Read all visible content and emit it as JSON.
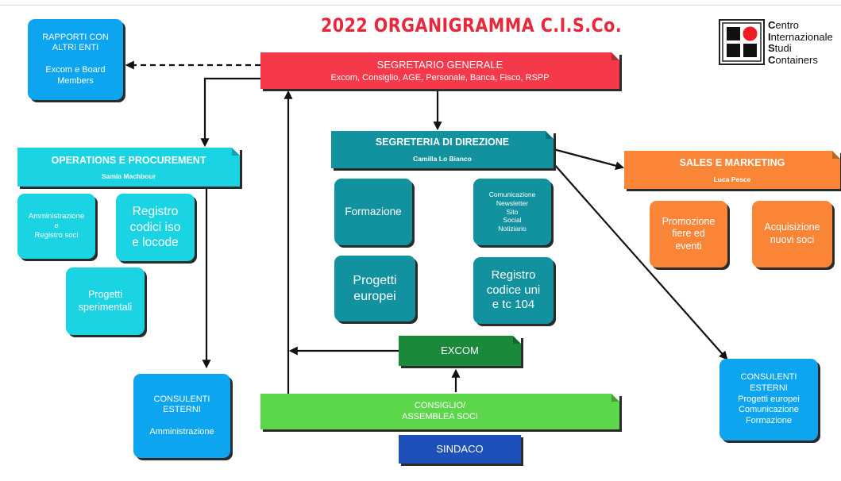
{
  "title": "2022 ORGANIGRAMMA C.I.S.Co.",
  "logo": {
    "line1": "Centro",
    "line2": "Internazionale",
    "line3": "Studi",
    "line4": "Containers"
  },
  "nodes": {
    "rapporti": {
      "text": "RAPPORTI CON\nALTRI ENTI\n\nExcom e Board\nMembers"
    },
    "segretario": {
      "title": "SEGRETARIO GENERALE",
      "subtitle": "Excom, Consiglio, AGE, Personale, Banca, Fisco, RSPP"
    },
    "segreteria": {
      "title": "SEGRETERIA DI DIREZIONE",
      "subtitle": "Camilla Lo Bianco"
    },
    "operations": {
      "title": "OPERATIONS  E PROCUREMENT",
      "subtitle": "Samia Machbour"
    },
    "sales": {
      "title": "SALES E MARKETING",
      "subtitle": "Luca Pesce"
    },
    "amministrazione": {
      "text": "Amministrazione\ne\nRegistro soci"
    },
    "registro_iso": {
      "text": "Registro\ncodici iso\ne locode"
    },
    "progetti_sperimentali": {
      "text": "Progetti\nsperimentali"
    },
    "formazione": {
      "text": "Formazione"
    },
    "comunicazione": {
      "text": "Comunicazione\nNewsletter\nSito\nSocial\nNotiziario"
    },
    "progetti_europei": {
      "text": "Progetti\neuropei"
    },
    "registro_uni": {
      "text": "Registro\ncodice uni\ne tc 104"
    },
    "promozione": {
      "text": "Promozione\nfiere ed\neventi"
    },
    "acquisizione": {
      "text": "Acquisizione\nnuovi soci"
    },
    "excom": {
      "text": "EXCOM"
    },
    "consiglio": {
      "text": "CONSIGLIO/\nASSEMBLEA SOCI"
    },
    "sindaco": {
      "text": "SINDACO"
    },
    "consulenti_left": {
      "text": "CONSULENTI\nESTERNI\n\nAmministrazione"
    },
    "consulenti_right": {
      "text": "CONSULENTI\nESTERNI\nProgetti europei\nComunicazione\nFormazione"
    }
  }
}
